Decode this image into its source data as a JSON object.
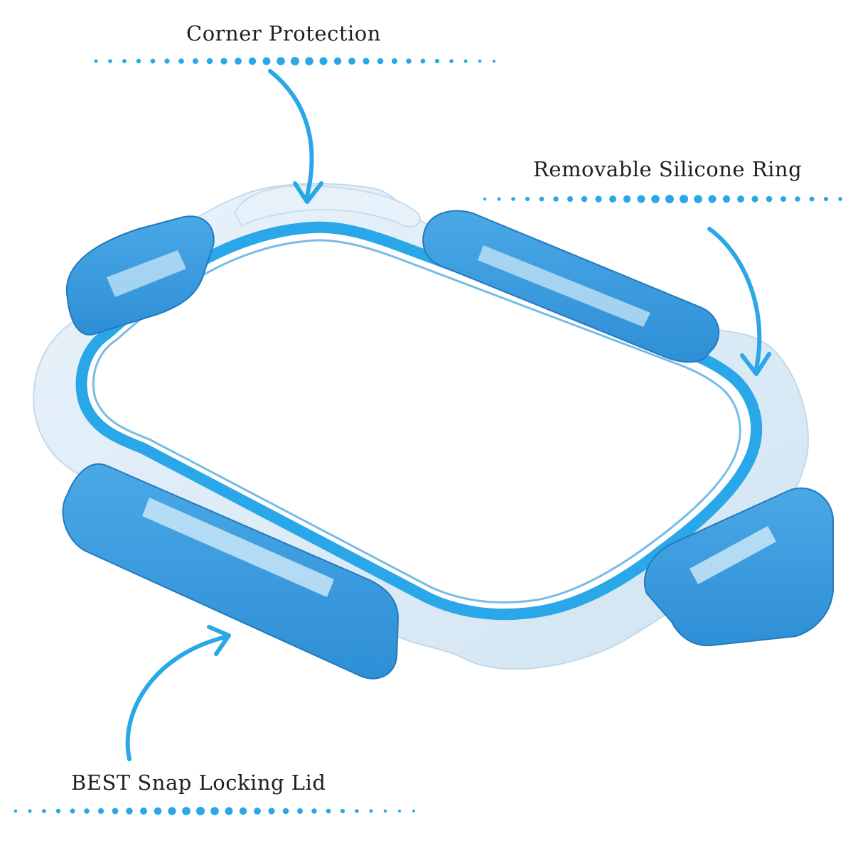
{
  "labels": {
    "corner_protection": "Corner Protection",
    "silicone_ring": "Removable Silicone Ring",
    "snap_locking": "BEST Snap Locking Lid"
  },
  "colors": {
    "accent": "#2aa7e8",
    "lid_blue": "#3c9fe0",
    "lid_blue_dark": "#247fc8",
    "clear_frame": "#d8e9f6",
    "text": "#1f1f1f",
    "background": "#ffffff"
  }
}
